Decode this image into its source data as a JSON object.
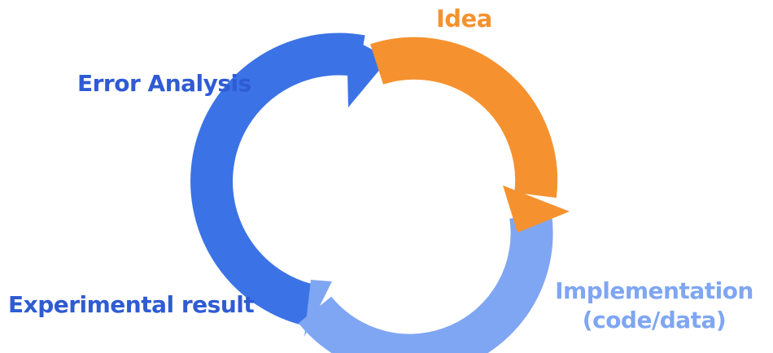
{
  "stages": {
    "idea": {
      "label": "Idea",
      "color": "#F5922F"
    },
    "implementation": {
      "line1": "Implementation",
      "line2": "(code/data)",
      "color": "#7FA6F2"
    },
    "experimental_result": {
      "label": "Experimental result",
      "color": "#2F5BD3"
    },
    "error_analysis": {
      "label": "Error Analysis",
      "color": "#2F5BD3"
    }
  },
  "arrow_colors": {
    "idea_arrow": "#F5922F",
    "implementation_arrow": "#7FA6F2",
    "error_analysis_arrow": "#3B73E6"
  }
}
